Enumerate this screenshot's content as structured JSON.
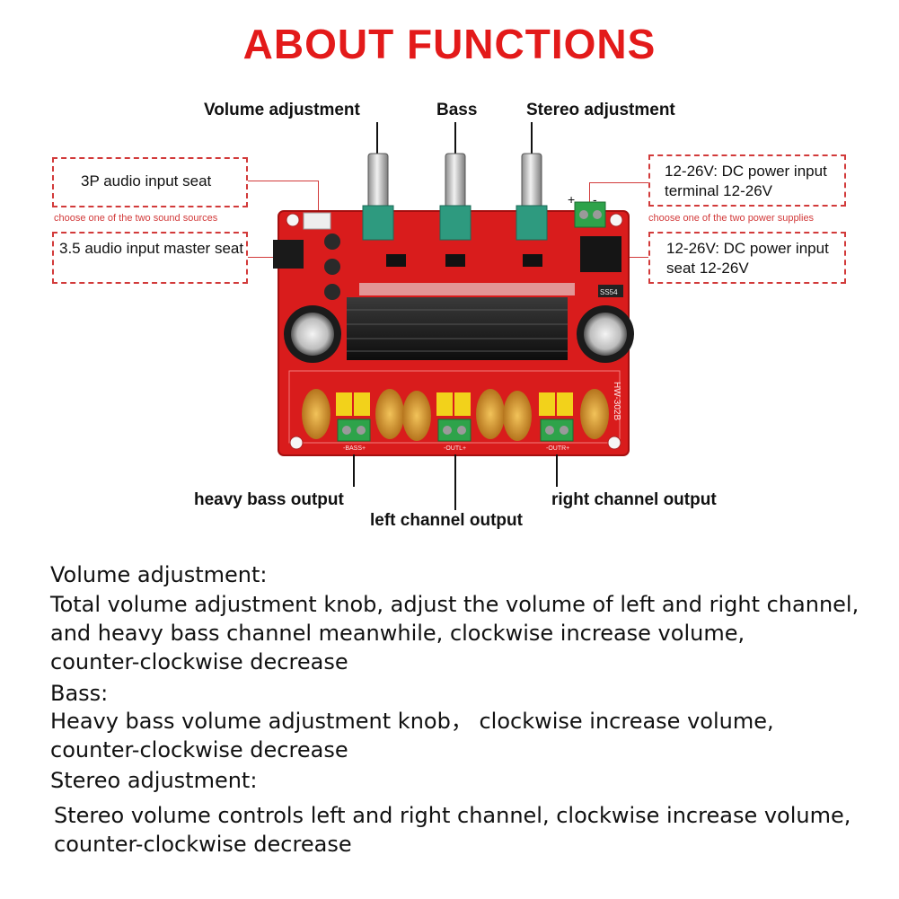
{
  "title": "ABOUT FUNCTIONS",
  "top_labels": {
    "volume": "Volume adjustment",
    "bass": "Bass",
    "stereo": "Stereo adjustment"
  },
  "callouts": {
    "audio_3p": "3P audio input seat",
    "audio_35": "3.5 audio input master seat",
    "dc_terminal": "12-26V: DC power input terminal 12-26V",
    "dc_seat": "12-26V: DC power input seat 12-26V",
    "note_sources": "choose one of the two sound sources",
    "note_power": "choose one of the two power supplies"
  },
  "board": {
    "model": "HW-302B",
    "diode": "SS54",
    "plus": "+",
    "minus": "-",
    "out_bass": "-BASS+",
    "out_left": "-OUTL+",
    "out_right": "-OUTR+"
  },
  "bottom_labels": {
    "heavy_bass": "heavy bass output",
    "left": "left channel output",
    "right": "right channel output"
  },
  "descriptions": {
    "volume_heading": "Volume adjustment:",
    "volume_body": [
      "Total volume adjustment knob, adjust the volume of left and right channel,",
      "and heavy bass channel meanwhile, clockwise increase volume,",
      "counter-clockwise decrease"
    ],
    "bass_heading": "Bass:",
    "bass_body": [
      "Heavy bass volume adjustment knob，  clockwise increase volume,",
      "counter-clockwise decrease"
    ],
    "stereo_heading": "Stereo adjustment:",
    "stereo_body": [
      "Stereo volume controls left and right channel, clockwise increase volume,",
      "counter-clockwise decrease"
    ]
  }
}
